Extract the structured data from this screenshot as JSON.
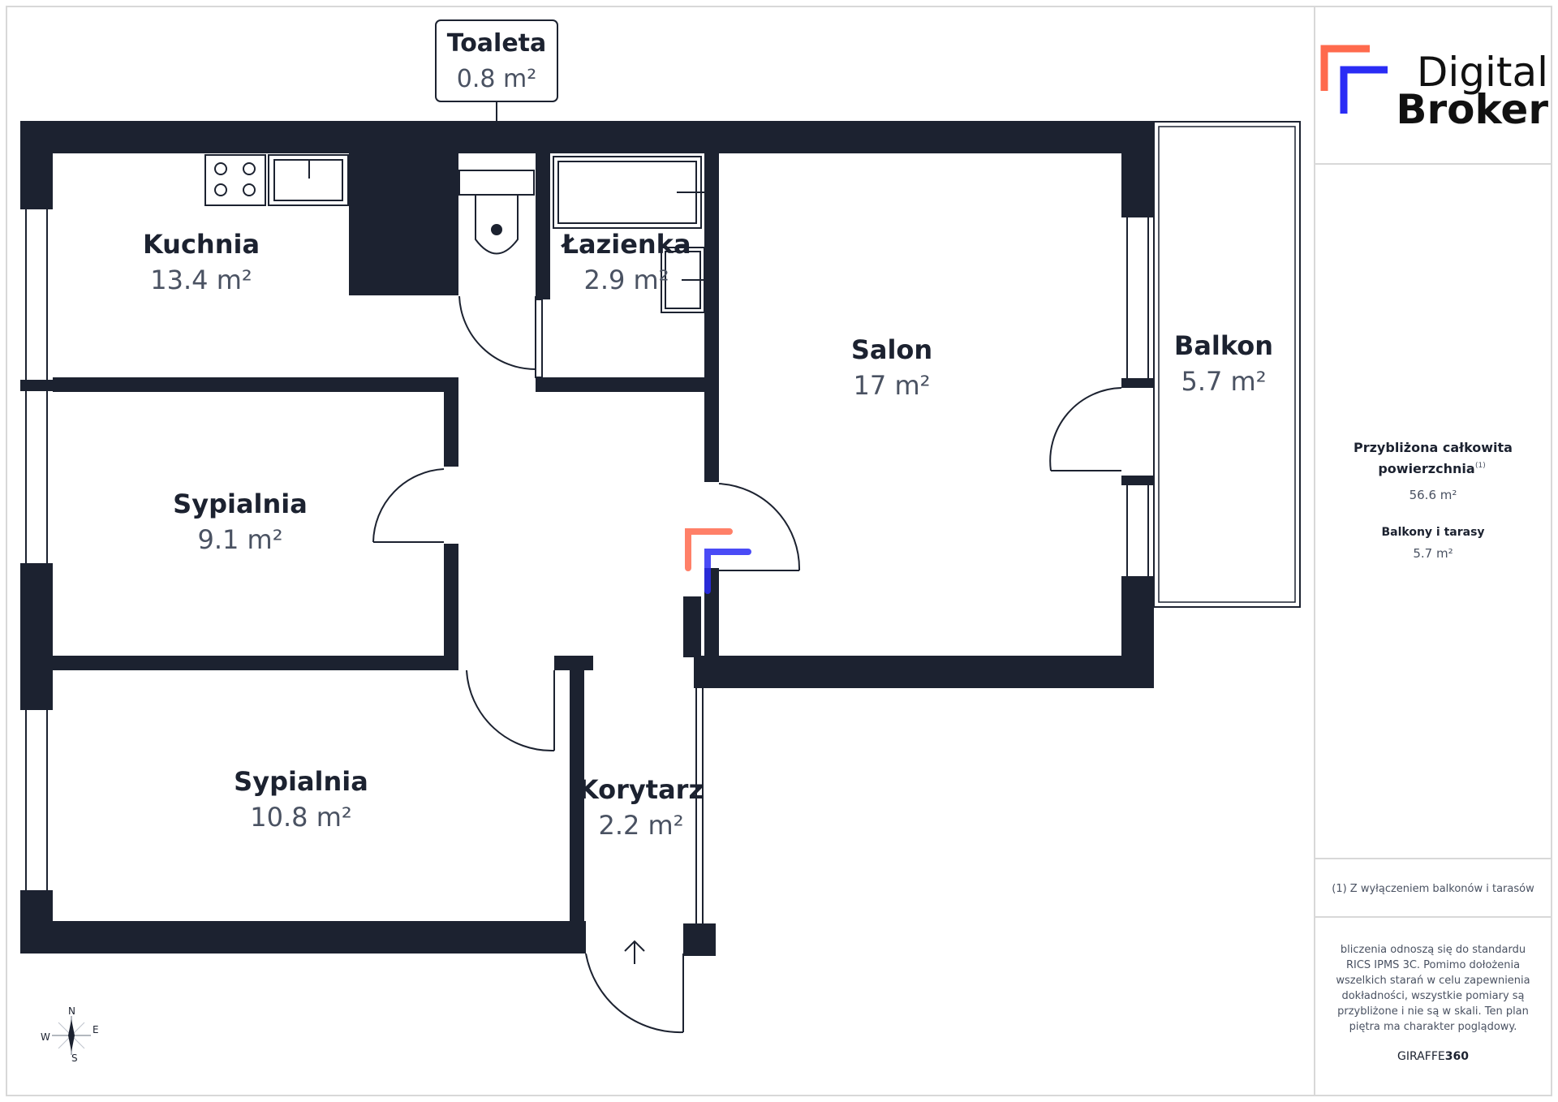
{
  "rooms": {
    "toilet": {
      "name": "Toaleta",
      "area": "0.8 m²"
    },
    "kitchen": {
      "name": "Kuchnia",
      "area": "13.4 m²"
    },
    "bathroom": {
      "name": "Łazienka",
      "area": "2.9 m²"
    },
    "living": {
      "name": "Salon",
      "area": "17 m²"
    },
    "balcony": {
      "name": "Balkon",
      "area": "5.7 m²"
    },
    "bedroom1": {
      "name": "Sypialnia",
      "area": "9.1 m²"
    },
    "bedroom2": {
      "name": "Sypialnia",
      "area": "10.8 m²"
    },
    "corridor": {
      "name": "Korytarz",
      "area": "2.2 m²"
    }
  },
  "brand": {
    "line1": "Digital",
    "line2": "Broker"
  },
  "summary": {
    "total_label_1": "Przybliżona całkowita",
    "total_label_2": "powierzchnia",
    "total_footnote_mark": "(1)",
    "total_value": "56.6 m²",
    "balcony_label": "Balkony i tarasy",
    "balcony_value": "5.7 m²"
  },
  "footnote": "(1) Z wyłączeniem balkonów i tarasów",
  "disclaimer": [
    "bliczenia odnoszą się do standardu",
    "RICS IPMS 3C. Pomimo dołożenia",
    "wszelkich starań w celu zapewnienia",
    "dokładności, wszystkie pomiary są",
    "przybliżone i nie są w skali. Ten plan",
    "piętra ma charakter poglądowy."
  ],
  "credit": {
    "prefix": "GIRAFFE",
    "suffix": "360"
  },
  "compass": {
    "n": "N",
    "e": "E",
    "s": "S",
    "w": "W"
  },
  "colors": {
    "wall": "#1c2230",
    "accent_orange": "#ff6a4d",
    "accent_blue": "#2a2cf5"
  }
}
